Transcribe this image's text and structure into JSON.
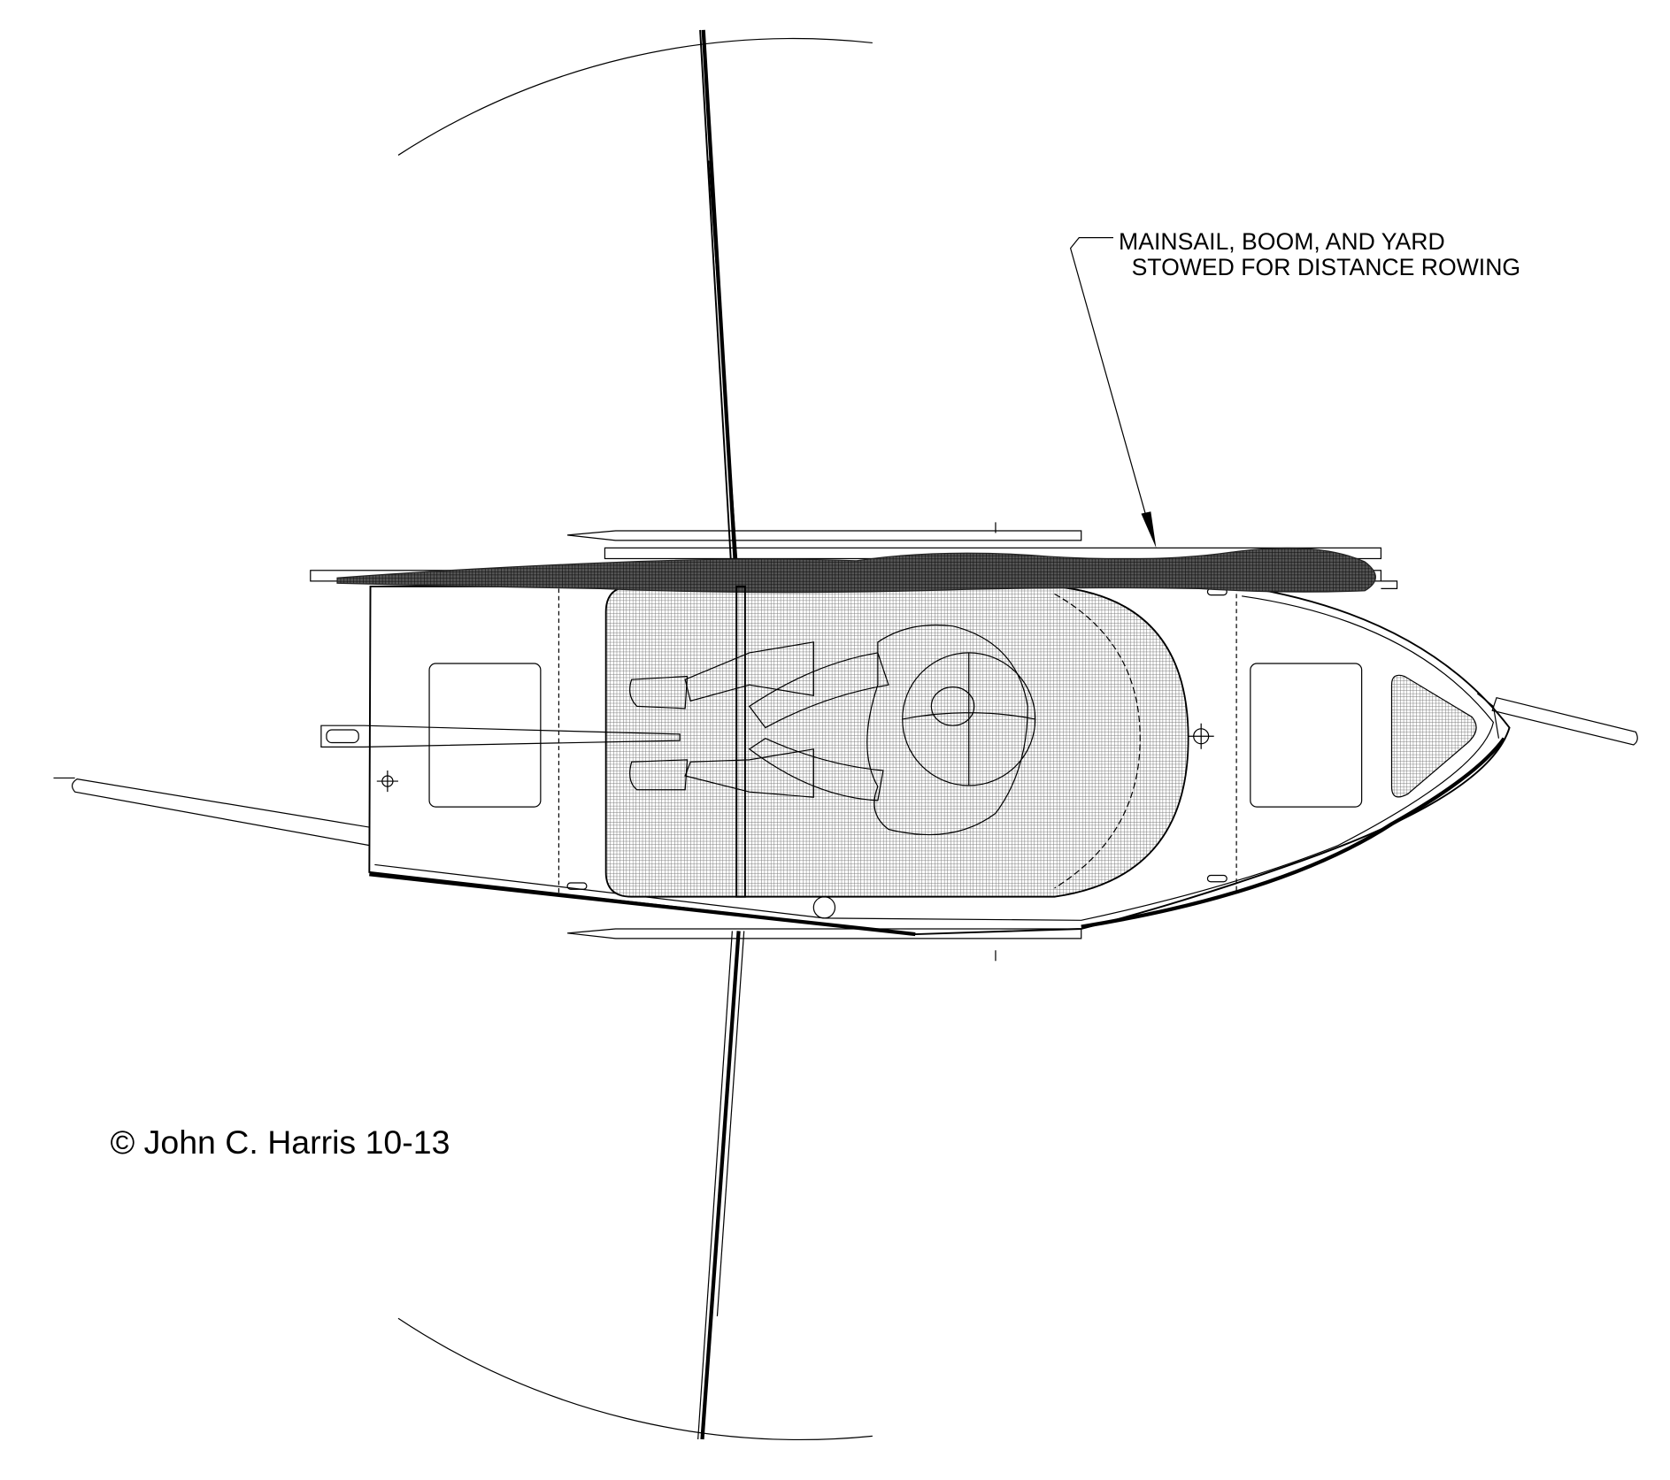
{
  "annotation": {
    "line1": "MAINSAIL, BOOM, AND YARD",
    "line2": "STOWED FOR DISTANCE ROWING"
  },
  "copyright": "© John C. Harris 10-13",
  "colors": {
    "ink": "#000000",
    "paper": "#ffffff",
    "hatch": "#8a8a8a",
    "sail": "#3a3a3a"
  }
}
